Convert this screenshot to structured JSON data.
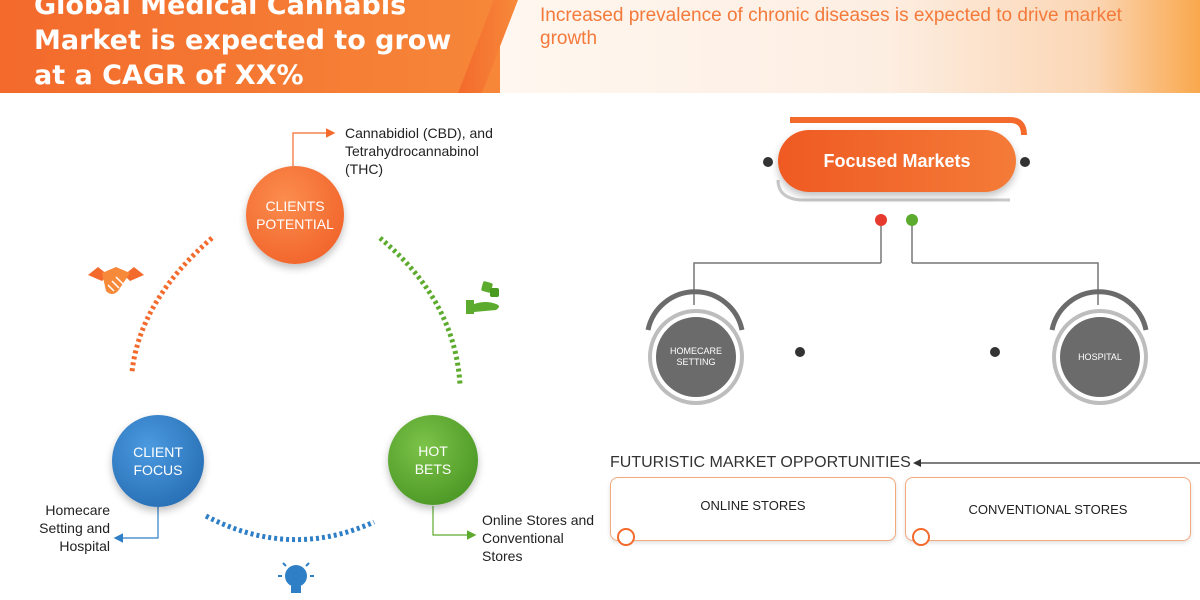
{
  "header": {
    "title": "Global Medical Cannabis Market is expected to grow at a CAGR of XX%",
    "subtitle": "Increased prevalence of chronic diseases is expected to drive market growth"
  },
  "cycle": {
    "clients_potential": {
      "label": "CLIENTS POTENTIAL",
      "note": "Cannabidiol (CBD), and Tetrahydrocannabinol (THC)"
    },
    "client_focus": {
      "label": "CLIENT FOCUS",
      "note": "Homecare Setting and Hospital"
    },
    "hot_bets": {
      "label": "HOT BETS",
      "note": "Online Stores and Conventional Stores"
    },
    "icons": [
      "handshake-icon",
      "hand-holding-dice-icon",
      "lightbulb-icon"
    ]
  },
  "focused_markets": {
    "title": "Focused Markets",
    "nodes": [
      "HOMECARE SETTING",
      "HOSPITAL"
    ]
  },
  "opportunities": {
    "title": "FUTURISTIC MARKET OPPORTUNITIES",
    "items": [
      "ONLINE STORES",
      "CONVENTIONAL STORES"
    ]
  },
  "colors": {
    "orange": "#f36a2c",
    "blue": "#2f7fc6",
    "green": "#5dab2e",
    "grey": "#6b6b6b"
  }
}
